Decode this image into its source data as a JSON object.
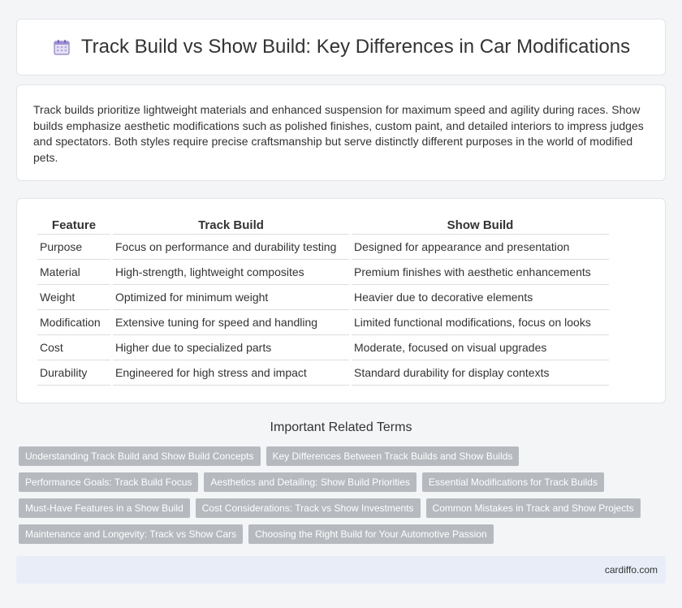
{
  "header": {
    "icon": "calendar-icon",
    "title": "Track Build vs Show Build: Key Differences in Car Modifications"
  },
  "intro": {
    "text": "Track builds prioritize lightweight materials and enhanced suspension for maximum speed and agility during races. Show builds emphasize aesthetic modifications such as polished finishes, custom paint, and detailed interiors to impress judges and spectators. Both styles require precise craftsmanship but serve distinctly different purposes in the world of modified pets."
  },
  "table": {
    "headers": [
      "Feature",
      "Track Build",
      "Show Build"
    ],
    "rows": [
      [
        "Purpose",
        "Focus on performance and durability testing",
        "Designed for appearance and presentation"
      ],
      [
        "Material",
        "High-strength, lightweight composites",
        "Premium finishes with aesthetic enhancements"
      ],
      [
        "Weight",
        "Optimized for minimum weight",
        "Heavier due to decorative elements"
      ],
      [
        "Modification",
        "Extensive tuning for speed and handling",
        "Limited functional modifications, focus on looks"
      ],
      [
        "Cost",
        "Higher due to specialized parts",
        "Moderate, focused on visual upgrades"
      ],
      [
        "Durability",
        "Engineered for high stress and impact",
        "Standard durability for display contexts"
      ]
    ]
  },
  "related": {
    "title": "Important Related Terms",
    "rows": [
      [
        "Understanding Track Build and Show Build Concepts",
        "Key Differences Between Track Builds and Show Builds"
      ],
      [
        "Performance Goals: Track Build Focus",
        "Aesthetics and Detailing: Show Build Priorities",
        "Essential Modifications for Track Builds"
      ],
      [
        "Must-Have Features in a Show Build",
        "Cost Considerations: Track vs Show Investments",
        "Common Mistakes in Track and Show Projects"
      ],
      [
        "Maintenance and Longevity: Track vs Show Cars",
        "Choosing the Right Build for Your Automotive Passion"
      ]
    ]
  },
  "footer": {
    "text": "cardiffo.com"
  }
}
